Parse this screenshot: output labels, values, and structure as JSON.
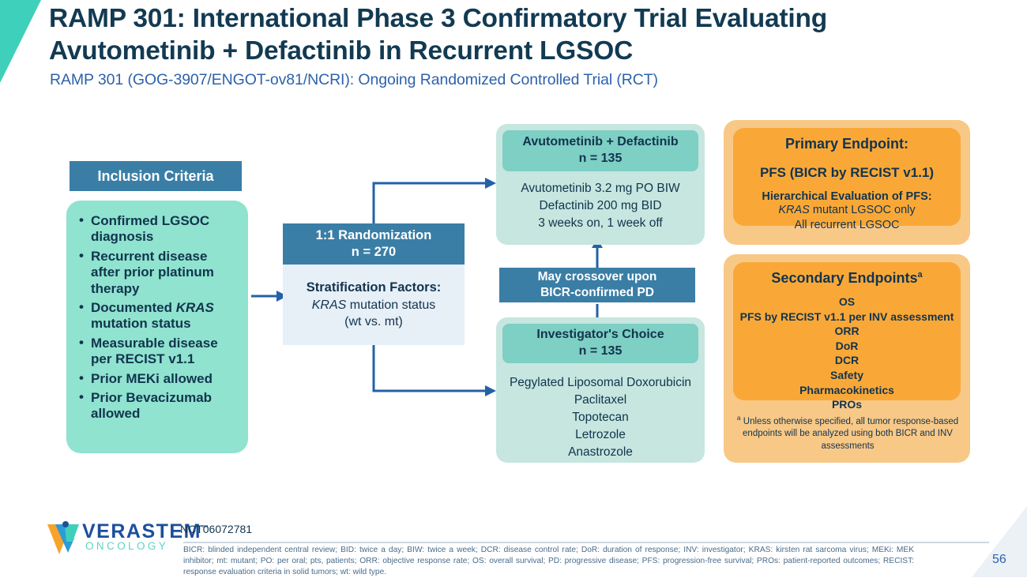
{
  "header": {
    "title": "RAMP 301: International Phase 3 Confirmatory Trial Evaluating Avutometinib + Defactinib in Recurrent LGSOC",
    "subtitle": "RAMP 301 (GOG-3907/ENGOT-ov81/NCRI): Ongoing Randomized Controlled Trial (RCT)"
  },
  "inclusion": {
    "header": "Inclusion Criteria",
    "items": [
      {
        "pre": "Confirmed LGSOC diagnosis",
        "em": "",
        "post": ""
      },
      {
        "pre": "Recurrent disease after prior platinum therapy",
        "em": "",
        "post": ""
      },
      {
        "pre": "Documented ",
        "em": "KRAS",
        "post": " mutation status"
      },
      {
        "pre": "Measurable disease per RECIST v1.1",
        "em": "",
        "post": ""
      },
      {
        "pre": "Prior MEKi allowed",
        "em": "",
        "post": ""
      },
      {
        "pre": "Prior Bevacizumab allowed",
        "em": "",
        "post": ""
      }
    ]
  },
  "randomization": {
    "title": "1:1 Randomization",
    "n": "n = 270",
    "strat_title": "Stratification Factors:",
    "strat_line1_em": "KRAS",
    "strat_line1_rest": " mutation status",
    "strat_line2": "(wt vs. mt)"
  },
  "arm1": {
    "title": "Avutometinib + Defactinib",
    "n": "n = 135",
    "details": [
      "Avutometinib 3.2 mg PO BIW",
      "Defactinib 200 mg BID",
      "3 weeks on, 1 week off"
    ]
  },
  "crossover": {
    "line1": "May crossover upon",
    "line2": "BICR-confirmed PD"
  },
  "arm2": {
    "title": "Investigator's Choice",
    "n": "n = 135",
    "details": [
      "Pegylated Liposomal Doxorubicin",
      "Paclitaxel",
      "Topotecan",
      "Letrozole",
      "Anastrozole"
    ]
  },
  "primary_endpoint": {
    "title": "Primary Endpoint:",
    "main": "PFS (BICR by RECIST v1.1)",
    "hierarchy_title": "Hierarchical Evaluation of PFS:",
    "hierarchy_line1_em": "KRAS",
    "hierarchy_line1_rest": " mutant LGSOC only",
    "hierarchy_line2": "All recurrent LGSOC"
  },
  "secondary_endpoints": {
    "title": "Secondary Endpoints",
    "title_sup": "a",
    "items": [
      "OS",
      "PFS by RECIST v1.1 per INV assessment",
      "ORR",
      "DoR",
      "DCR",
      "Safety",
      "Pharmacokinetics",
      "PROs"
    ],
    "note_sup": "a",
    "note": " Unless otherwise specified, all tumor response-based endpoints will be analyzed using both BICR and INV assessments"
  },
  "footer": {
    "logo_word": "VERASTEM",
    "logo_tm": "™",
    "logo_sub": "ONCOLOGY",
    "nct": "NCT06072781",
    "abbreviations": "BICR: blinded independent central review; BID: twice a day; BIW: twice a week; DCR: disease control rate; DoR: duration of response; INV: investigator; KRAS: kirsten rat sarcoma virus; MEKi: MEK inhibitor; mt: mutant; PO: per oral; pts, patients; ORR: objective response rate; OS: overall survival; PD: progressive disease; PFS: progression-free survival; PROs: patient-reported outcomes; RECIST: response evaluation criteria in solid tumors; wt: wild type.",
    "page_number": "56"
  },
  "colors": {
    "teal_accent": "#3fd0bb",
    "title_navy": "#123a52",
    "subtitle_blue": "#2d62ab",
    "header_blue": "#3a7ea6",
    "mint": "#8fe3cf",
    "arm_body": "#c6e6df",
    "arm_head": "#7ecfc4",
    "pale_blue": "#e7eff7",
    "orange_outer": "#f8c887",
    "orange_inner": "#f9a838",
    "arrow_blue": "#2361a8"
  }
}
